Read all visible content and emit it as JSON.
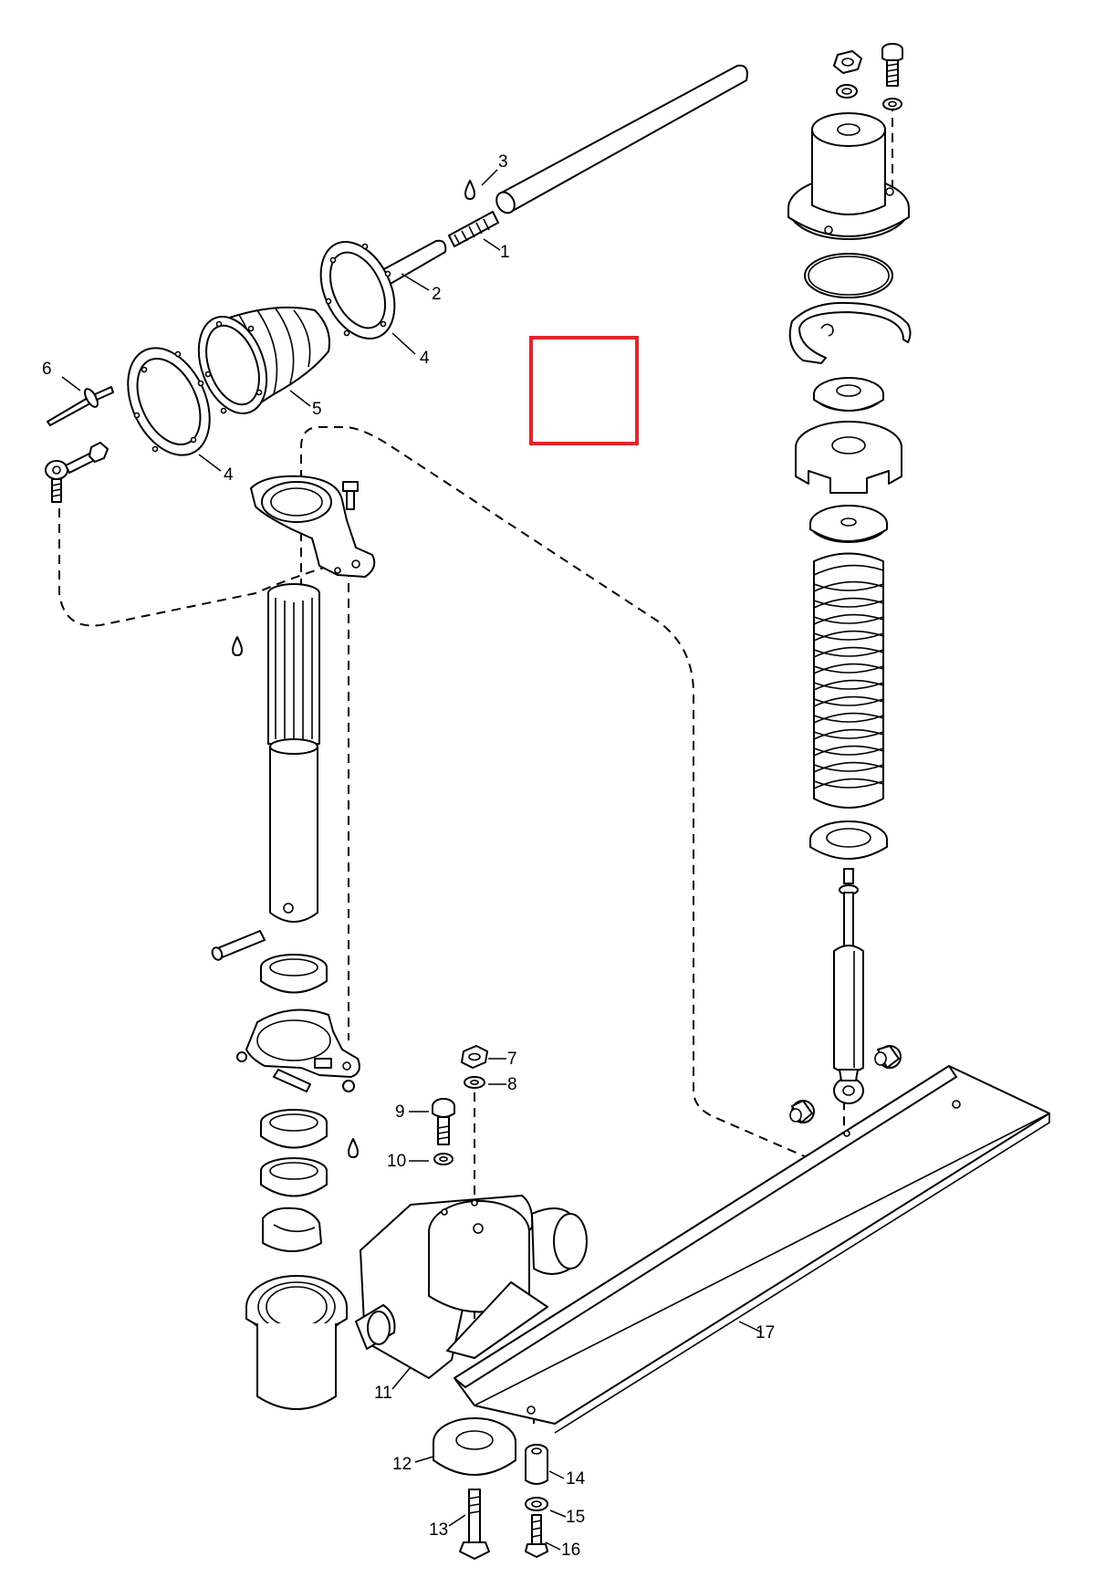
{
  "diagram": {
    "highlight_color": "#e0262b",
    "line_color": "#000000",
    "background": "#ffffff",
    "callouts": {
      "c1": "1",
      "c2": "2",
      "c3": "3",
      "c4a": "4",
      "c4b": "4",
      "c5": "5",
      "c6": "6",
      "c7": "7",
      "c8": "8",
      "c9": "9",
      "c10": "10",
      "c11": "11",
      "c12": "12",
      "c13": "13",
      "c14": "14",
      "c15": "15",
      "c16": "16",
      "c17": "17"
    },
    "icons": [
      "oil-drop-icon"
    ]
  }
}
